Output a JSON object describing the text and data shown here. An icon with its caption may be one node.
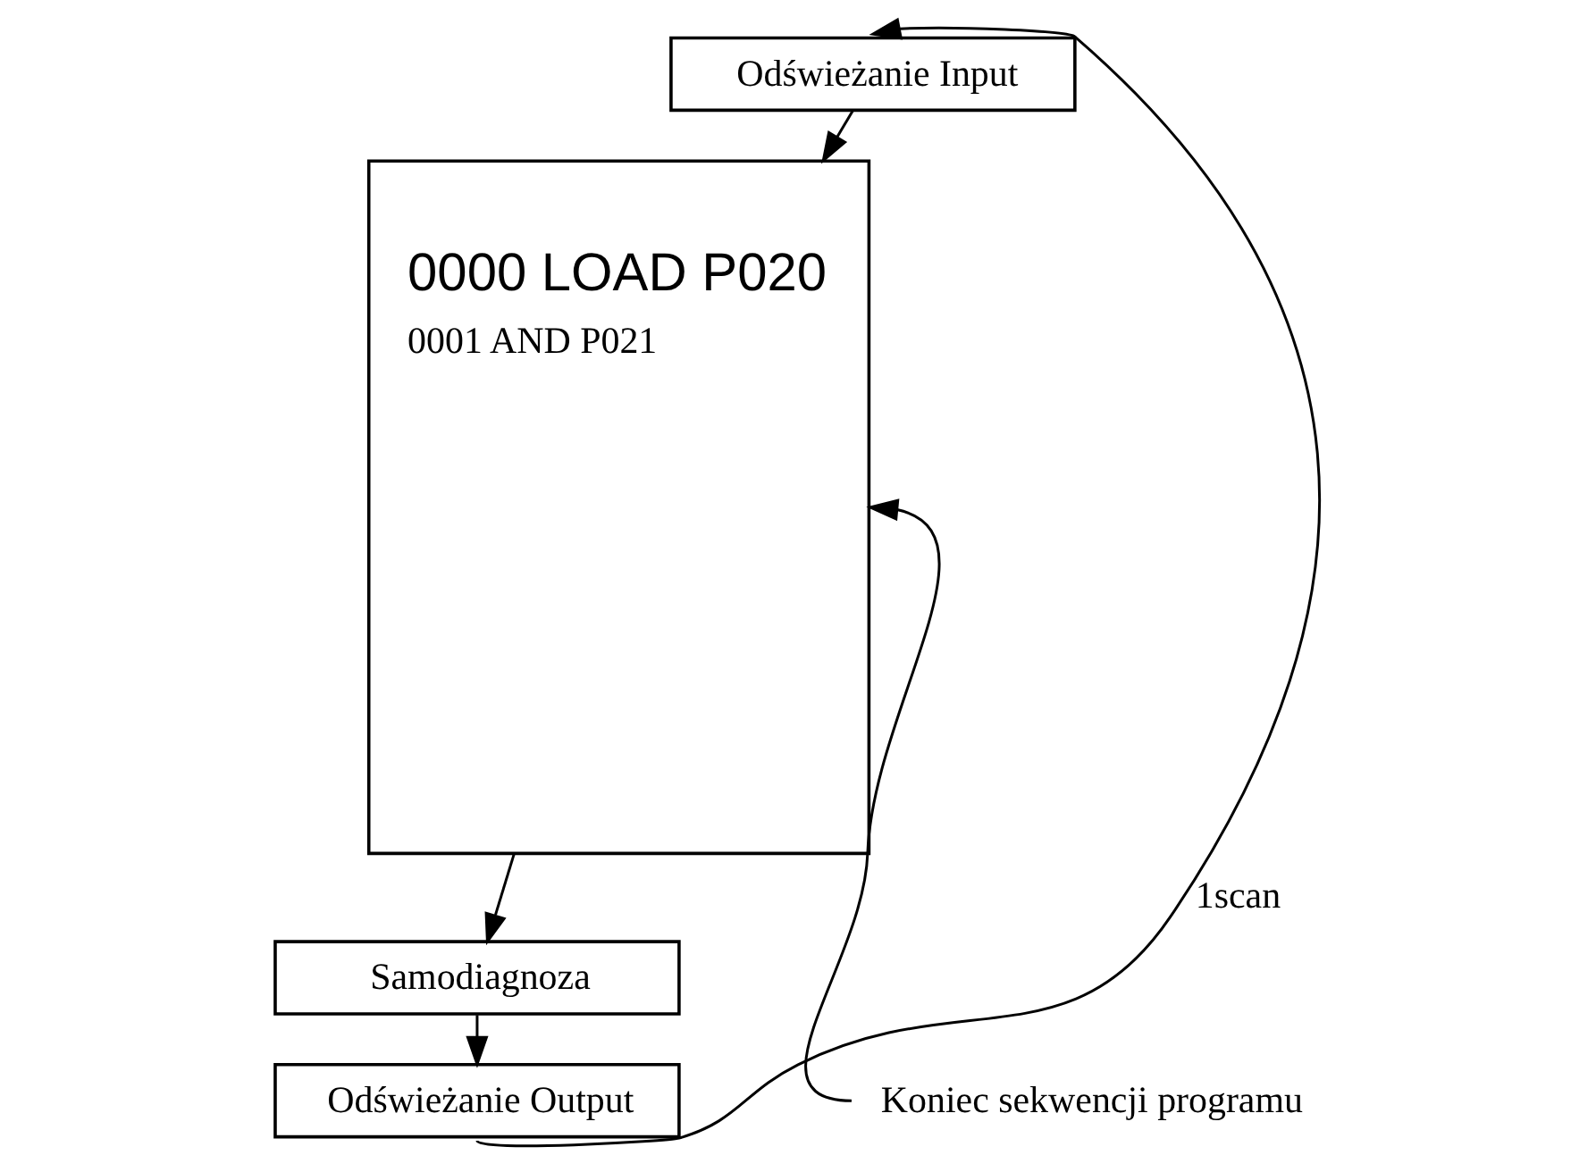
{
  "diagram": {
    "nodes": [
      {
        "text": [
          "Odświeżanie Input"
        ]
      },
      {
        "text": [
          "0000 LOAD P020",
          "0001 AND P021"
        ]
      },
      {
        "text": [
          "Samodiagnoza"
        ]
      },
      {
        "text": [
          "Odświeżanie Output"
        ]
      },
      {
        "text": [
          "Koniec sekwencji programu"
        ]
      }
    ],
    "edges": [
      {
        "from": 0,
        "to": 1,
        "arrow": "to"
      },
      {
        "from": 1,
        "to": 2,
        "arrow": "to"
      },
      {
        "from": 2,
        "to": 3,
        "arrow": "to"
      },
      {
        "from": 3,
        "to": 0,
        "arrow": "to",
        "label": "1scan"
      },
      {
        "from": 4,
        "to": 1,
        "arrow": "to"
      }
    ]
  }
}
